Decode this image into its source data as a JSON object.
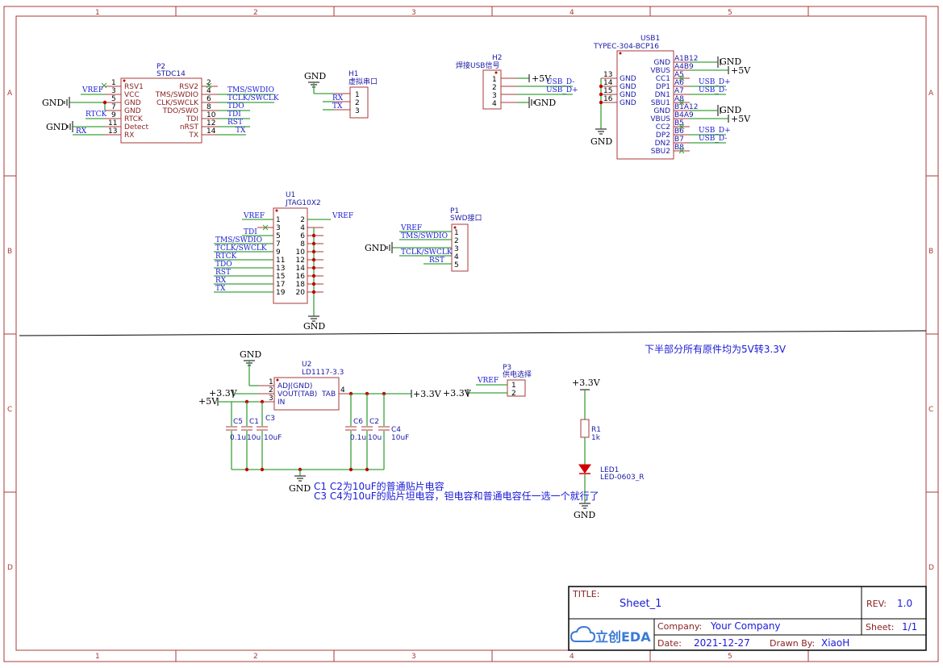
{
  "grid": {
    "cols": [
      "1",
      "2",
      "3",
      "4",
      "5"
    ],
    "rows": [
      "A",
      "B",
      "C",
      "D"
    ]
  },
  "nets": {
    "gnd": "GND",
    "vref": "VREF",
    "v5": "+5V",
    "v33": "+3.3V",
    "tms": "TMS/SWDIO",
    "tck": "TCLK/SWCLK",
    "tdo": "TDO",
    "tdi": "TDI",
    "rst": "RST",
    "rx": "RX",
    "tx": "TX",
    "rtck": "RTCK",
    "usbdp": "USB_D+",
    "usbdm": "USB_D-"
  },
  "p2": {
    "ref": "P2",
    "value": "STDC14",
    "left": [
      {
        "n": "1",
        "name": "RSV1"
      },
      {
        "n": "3",
        "name": "VCC"
      },
      {
        "n": "5",
        "name": "GND"
      },
      {
        "n": "7",
        "name": "GND"
      },
      {
        "n": "9",
        "name": "RTCK"
      },
      {
        "n": "11",
        "name": "Detect"
      },
      {
        "n": "13",
        "name": "RX"
      }
    ],
    "right": [
      {
        "n": "2",
        "name": "RSV2"
      },
      {
        "n": "4",
        "name": "TMS/SWDIO"
      },
      {
        "n": "6",
        "name": "CLK/SWCLK"
      },
      {
        "n": "8",
        "name": "TDO/SWO"
      },
      {
        "n": "10",
        "name": "TDI"
      },
      {
        "n": "12",
        "name": "nRST"
      },
      {
        "n": "14",
        "name": "TX"
      }
    ]
  },
  "h1": {
    "ref": "H1",
    "value": "虚拟串口",
    "pins": [
      "1",
      "2",
      "3"
    ]
  },
  "h2": {
    "ref": "H2",
    "value": "焊接USB信号",
    "pins": [
      "1",
      "2",
      "3",
      "4"
    ]
  },
  "usb1": {
    "ref": "USB1",
    "value": "TYPEC-304-BCP16",
    "left": [
      {
        "n": "13",
        "name": "GND"
      },
      {
        "n": "14",
        "name": "GND"
      },
      {
        "n": "15",
        "name": "GND"
      },
      {
        "n": "16",
        "name": "GND"
      }
    ],
    "right": [
      {
        "n": "A1B12",
        "name": "GND"
      },
      {
        "n": "A4B9",
        "name": "VBUS"
      },
      {
        "n": "A5",
        "name": "CC1"
      },
      {
        "n": "A6",
        "name": "DP1"
      },
      {
        "n": "A7",
        "name": "DN1"
      },
      {
        "n": "A8",
        "name": "SBU1"
      },
      {
        "n": "B1A12",
        "name": "GND"
      },
      {
        "n": "B4A9",
        "name": "VBUS"
      },
      {
        "n": "B5",
        "name": "CC2"
      },
      {
        "n": "B6",
        "name": "DP2"
      },
      {
        "n": "B7",
        "name": "DN2"
      },
      {
        "n": "B8",
        "name": "SBU2"
      }
    ]
  },
  "u1": {
    "ref": "U1",
    "value": "JTAG10X2",
    "left": [
      "1",
      "3",
      "5",
      "7",
      "9",
      "11",
      "13",
      "15",
      "17",
      "19"
    ],
    "right": [
      "2",
      "4",
      "6",
      "8",
      "10",
      "12",
      "14",
      "16",
      "18",
      "20"
    ]
  },
  "p1": {
    "ref": "P1",
    "value": "SWD接口",
    "pins": [
      "1",
      "2",
      "3",
      "4",
      "5"
    ]
  },
  "u2": {
    "ref": "U2",
    "value": "LD1117-3.3",
    "pins": [
      "1",
      "2",
      "3",
      "4"
    ],
    "names": [
      "ADJ(GND)",
      "VOUT(TAB)",
      "IN",
      "TAB"
    ]
  },
  "p3": {
    "ref": "P3",
    "value": "供电选择",
    "pins": [
      "1",
      "2"
    ]
  },
  "caps": [
    {
      "ref": "C5",
      "value": "0.1u"
    },
    {
      "ref": "C1",
      "value": "10u"
    },
    {
      "ref": "C3",
      "value": "10uF"
    },
    {
      "ref": "C6",
      "value": "0.1u"
    },
    {
      "ref": "C2",
      "value": "10u"
    },
    {
      "ref": "C4",
      "value": "10uF"
    }
  ],
  "r1": {
    "ref": "R1",
    "value": "1k"
  },
  "led1": {
    "ref": "LED1",
    "value": "LED-0603_R"
  },
  "notes": {
    "lower": "下半部分所有原件均为5V转3.3V",
    "cap1": "C1 C2为10uF的普通贴片电容",
    "cap2": "C3 C4为10uF的贴片坦电容，钽电容和普通电容任一选一个就行了"
  },
  "title_block": {
    "title_label": "TITLE:",
    "title": "Sheet_1",
    "rev_label": "REV:",
    "rev": "1.0",
    "company_label": "Company:",
    "company": "Your Company",
    "sheet_label": "Sheet:",
    "sheet": "1/1",
    "date_label": "Date:",
    "date": "2021-12-27",
    "drawn_label": "Drawn By:",
    "drawn": "XiaoH",
    "logo": "立创EDA"
  }
}
